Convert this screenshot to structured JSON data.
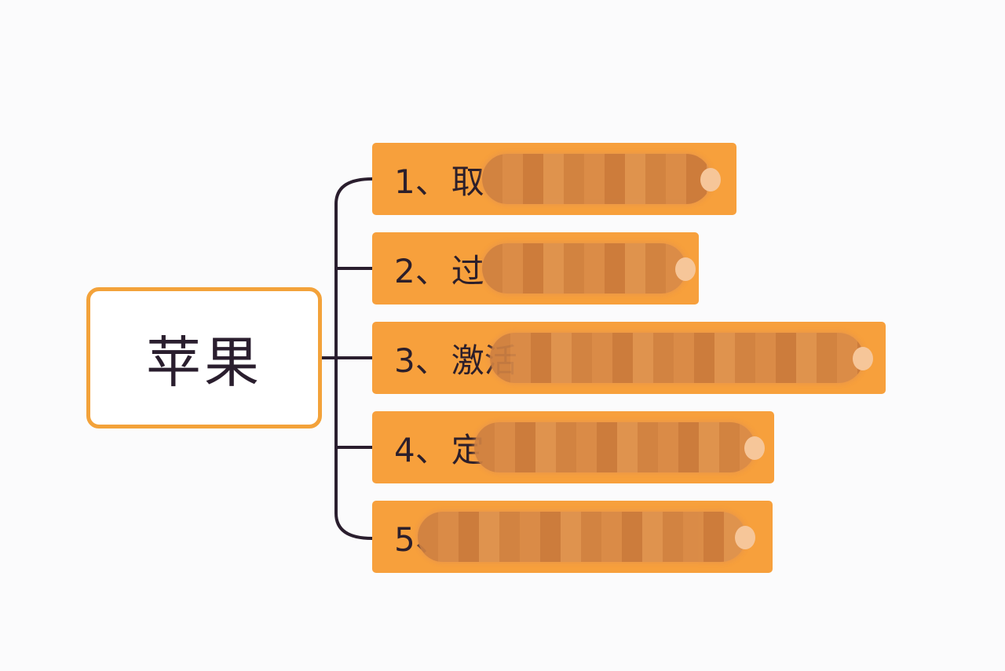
{
  "root": {
    "label": "苹果"
  },
  "branches": [
    {
      "number": "1、",
      "visible_text": "取"
    },
    {
      "number": "2、",
      "visible_text": "过"
    },
    {
      "number": "3、",
      "visible_text": "激活"
    },
    {
      "number": "4、",
      "visible_text": "定"
    },
    {
      "number": "5、",
      "visible_text": ""
    }
  ],
  "colors": {
    "root_border": "#f3a23a",
    "branch_fill": "#f7a03c",
    "connector": "#2a1e2e",
    "background": "#fbfbfc"
  }
}
